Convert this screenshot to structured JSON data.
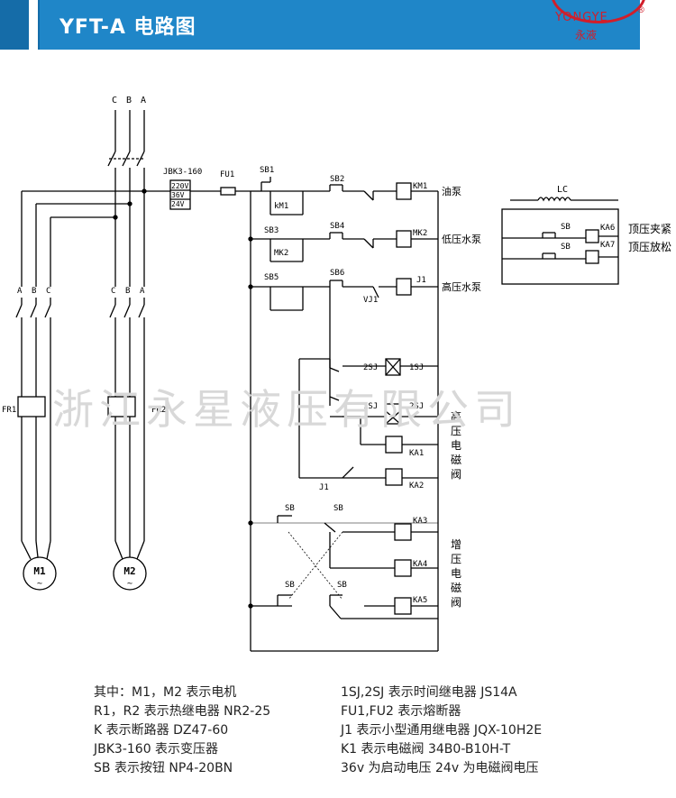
{
  "header": {
    "title": "YFT-A 电路图",
    "logo_text": "YONGYE",
    "logo_cn": "永液",
    "logo_mark": "®",
    "accent": "#1f86c8",
    "logo_color": "#d11e2a"
  },
  "watermark": "浙江永星液压有限公司",
  "diagram": {
    "phases_top": [
      "C",
      "B",
      "A"
    ],
    "phases_left": [
      "A",
      "B",
      "C"
    ],
    "phases_right": [
      "C",
      "B",
      "A"
    ],
    "transformer": "JBK3-160",
    "voltages": [
      "220V",
      "36V",
      "24V"
    ],
    "fuse": "FU1",
    "fr1": "FR1",
    "fr2": "FR2",
    "m1": "M1",
    "m2": "M2",
    "motor_symbol": "~",
    "sb1": "SB1",
    "sb2": "SB2",
    "km1_contact": "kM1",
    "km1_coil": "KM1",
    "row1_label": "油泵",
    "sb3": "SB3",
    "sb4": "SB4",
    "mk2_contact": "MK2",
    "mk2_coil": "MK2",
    "row2_label": "低压水泵",
    "sb5": "SB5",
    "sb6": "SB6",
    "vj1": "VJ1",
    "j1_coil": "J1",
    "row3_label": "高压水泵",
    "sj2_contact": "2SJ",
    "sj1_coil": "1SJ",
    "sj1_contact": "1SJ",
    "sj2_coil": "2SJ",
    "ka1": "KA1",
    "ka2": "KA2",
    "j1_contact": "J1",
    "hv_valve_label": [
      "高",
      "压",
      "电",
      "磁",
      "阀"
    ],
    "sb_a": "SB",
    "sb_b": "SB",
    "sb_c": "SB",
    "sb_d": "SB",
    "ka3": "KA3",
    "ka4": "KA4",
    "ka5": "KA5",
    "boost_valve_label": [
      "增",
      "压",
      "电",
      "磁",
      "阀"
    ],
    "lc": "LC",
    "sb_e": "SB",
    "sb_f": "SB",
    "ka6": "KA6",
    "ka7": "KA7",
    "clamp_label": "顶压夹紧",
    "release_label": "顶压放松"
  },
  "legend_left": [
    "其中：M1，M2 表示电机",
    "R1，R2 表示热继电器 NR2-25",
    "K 表示断路器 DZ47-60",
    "JBK3-160 表示变压器",
    "SB 表示按钮 NP4-20BN"
  ],
  "legend_right": [
    "1SJ,2SJ 表示时间继电器 JS14A",
    "FU1,FU2 表示熔断器",
    "J1 表示小型通用继电器 JQX-10H2E",
    "K1 表示电磁阀 34B0-B10H-T",
    "36v 为启动电压 24v 为电磁阀电压"
  ]
}
